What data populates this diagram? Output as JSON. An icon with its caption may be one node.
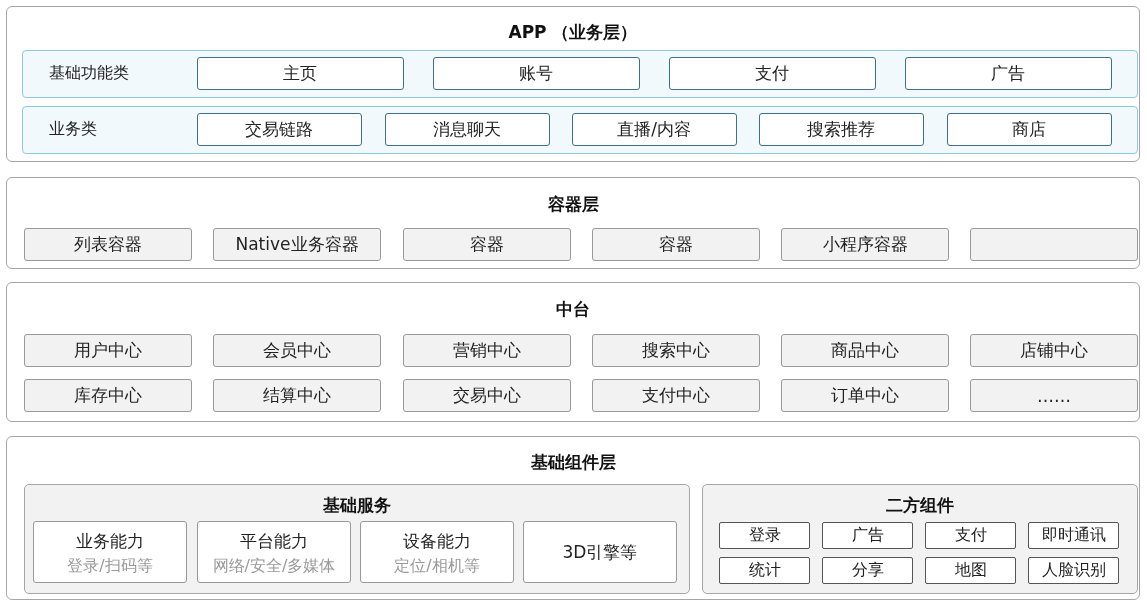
{
  "diagram": {
    "nodes": [
      {
        "text": [
          "APP （业务层）"
        ]
      },
      {
        "text": [
          "基础功能类"
        ],
        "in": 0
      },
      {
        "text": [
          "主页"
        ],
        "in": 1
      },
      {
        "text": [
          "账号"
        ],
        "in": 1
      },
      {
        "text": [
          "支付"
        ],
        "in": 1
      },
      {
        "text": [
          "广告"
        ],
        "in": 1
      },
      {
        "text": [
          "业务类"
        ],
        "in": 0
      },
      {
        "text": [
          "交易链路"
        ],
        "in": 6
      },
      {
        "text": [
          "消息聊天"
        ],
        "in": 6
      },
      {
        "text": [
          "直播/内容"
        ],
        "in": 6
      },
      {
        "text": [
          "搜索推荐"
        ],
        "in": 6
      },
      {
        "text": [
          "商店"
        ],
        "in": 6
      },
      {
        "text": [
          "容器层"
        ]
      },
      {
        "text": [
          "列表容器"
        ],
        "in": 12
      },
      {
        "text": [
          "Native业务容器"
        ],
        "in": 12
      },
      {
        "text": [
          "容器"
        ],
        "in": 12
      },
      {
        "text": [
          "容器"
        ],
        "in": 12
      },
      {
        "text": [
          "小程序容器"
        ],
        "in": 12
      },
      {
        "text": [],
        "shape": "box",
        "in": 12
      },
      {
        "text": [
          "中台"
        ]
      },
      {
        "text": [
          "用户中心"
        ],
        "in": 19
      },
      {
        "text": [
          "会员中心"
        ],
        "in": 19
      },
      {
        "text": [
          "营销中心"
        ],
        "in": 19
      },
      {
        "text": [
          "搜索中心"
        ],
        "in": 19
      },
      {
        "text": [
          "商品中心"
        ],
        "in": 19
      },
      {
        "text": [
          "店铺中心"
        ],
        "in": 19
      },
      {
        "text": [
          "库存中心"
        ],
        "in": 19
      },
      {
        "text": [
          "结算中心"
        ],
        "in": 19
      },
      {
        "text": [
          "交易中心"
        ],
        "in": 19
      },
      {
        "text": [
          "支付中心"
        ],
        "in": 19
      },
      {
        "text": [
          "订单中心"
        ],
        "in": 19
      },
      {
        "text": [
          "……"
        ],
        "in": 19
      },
      {
        "text": [
          "基础组件层"
        ]
      },
      {
        "text": [
          "基础服务"
        ],
        "in": 32
      },
      {
        "text": [
          "业务能力",
          "登录/扫码等"
        ],
        "in": 33
      },
      {
        "text": [
          "平台能力",
          "网络/安全/多媒体"
        ],
        "in": 33
      },
      {
        "text": [
          "设备能力",
          "定位/相机等"
        ],
        "in": 33
      },
      {
        "text": [
          "3D引擎等"
        ],
        "in": 33
      },
      {
        "text": [
          "二方组件"
        ],
        "in": 32
      },
      {
        "text": [
          "登录"
        ],
        "in": 38
      },
      {
        "text": [
          "广告"
        ],
        "in": 38
      },
      {
        "text": [
          "支付"
        ],
        "in": 38
      },
      {
        "text": [
          "即时通讯"
        ],
        "in": 38
      },
      {
        "text": [
          "统计"
        ],
        "in": 38
      },
      {
        "text": [
          "分享"
        ],
        "in": 38
      },
      {
        "text": [
          "地图"
        ],
        "in": 38
      },
      {
        "text": [
          "人脸识别"
        ],
        "in": 38
      }
    ]
  }
}
